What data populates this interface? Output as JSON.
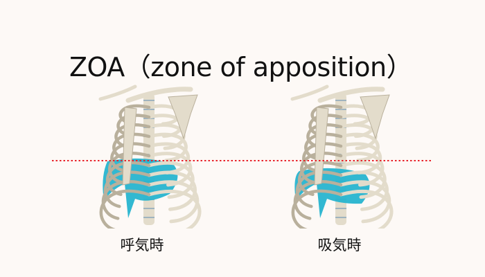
{
  "title": "ZOA（zone of apposition）",
  "figures": [
    {
      "label": "呼気時",
      "diaphragm_level": "high"
    },
    {
      "label": "吸気時",
      "diaphragm_level": "low"
    }
  ],
  "colors": {
    "background": "#fdf9f6",
    "bone": "#e3dccb",
    "bone_shadow": "#b9b09c",
    "diaphragm": "#27b4cf",
    "reference_line": "#e8232a"
  }
}
